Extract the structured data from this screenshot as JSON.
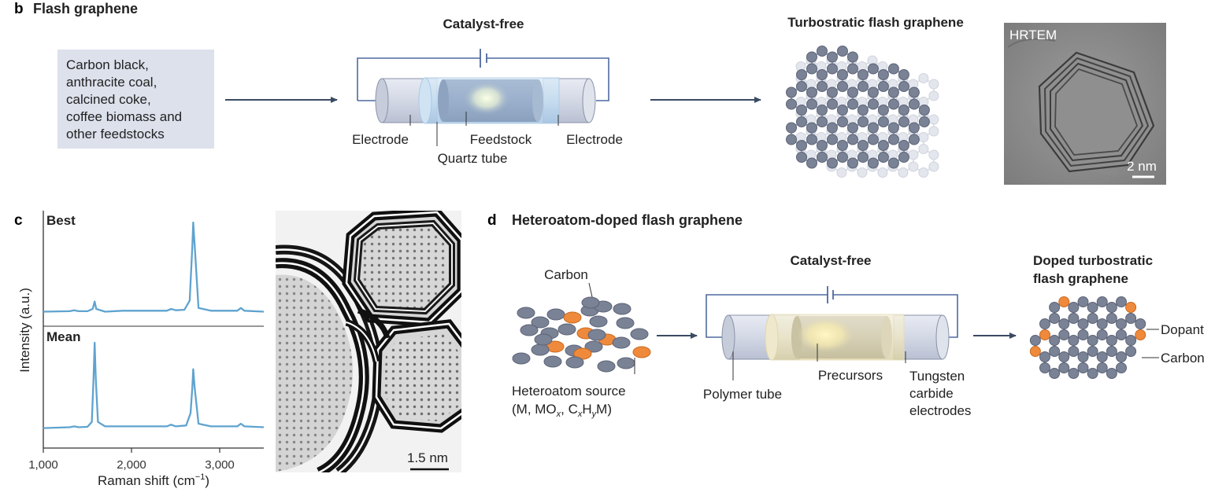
{
  "panel_b": {
    "letter": "b",
    "title": "Flash graphene",
    "feedstock_lines": [
      "Carbon black,",
      "anthracite coal,",
      "calcined coke,",
      "coffee biomass and",
      "other feedstocks"
    ],
    "catalyst_free": "Catalyst-free",
    "electrode_left": "Electrode",
    "feedstock": "Feedstock",
    "electrode_right": "Electrode",
    "quartz_tube": "Quartz tube",
    "product_title": "Turbostratic flash graphene",
    "hrtem_label": "HRTEM",
    "scale_bar": "2 nm"
  },
  "panel_c": {
    "letter": "c",
    "best_label": "Best",
    "mean_label": "Mean",
    "ylabel": "Intensity (a.u.)",
    "xlabel_main": "Raman shift (cm",
    "xlabel_sup": "−1",
    "xlabel_end": ")",
    "tem_scale": "1.5 nm"
  },
  "panel_d": {
    "letter": "d",
    "title": "Heteroatom-doped flash graphene",
    "carbon_label": "Carbon",
    "hetero_line1": "Heteroatom source",
    "hetero_l2_a": "(M, MO",
    "hetero_l2_x": "x",
    "hetero_l2_b": ", C",
    "hetero_l2_x2": "x",
    "hetero_l2_c": "H",
    "hetero_l2_y": "y",
    "hetero_l2_d": "M)",
    "catalyst_free": "Catalyst-free",
    "polymer_tube": "Polymer tube",
    "precursors": "Precursors",
    "tungsten_lines": [
      "Tungsten",
      "carbide",
      "electrodes"
    ],
    "product_title_lines": [
      "Doped turbostratic",
      "flash graphene"
    ],
    "dopant_label": "Dopant",
    "carbon_right_label": "Carbon"
  },
  "colors": {
    "arrow": "#3a4a63",
    "line": "#4f6aa0",
    "graphene_atom": "#7a8296",
    "dopant": "#ef8a3c",
    "feedstock_box": "#dde1ec"
  },
  "chart_data": {
    "type": "line",
    "xlabel": "Raman shift (cm−1)",
    "ylabel": "Intensity (a.u.)",
    "xlim": [
      1000,
      3500
    ],
    "x_ticks": [
      1000,
      2000,
      3000
    ],
    "x_tick_labels": [
      "1,000",
      "2,000",
      "3,000"
    ],
    "series": [
      {
        "name": "Best",
        "x": [
          1000,
          1300,
          1350,
          1400,
          1500,
          1560,
          1582,
          1600,
          1700,
          1900,
          2000,
          2400,
          2450,
          2500,
          2600,
          2660,
          2690,
          2700,
          2720,
          2760,
          2900,
          3200,
          3240,
          3280,
          3500
        ],
        "y": [
          0.03,
          0.035,
          0.045,
          0.035,
          0.035,
          0.06,
          0.14,
          0.06,
          0.03,
          0.04,
          0.04,
          0.04,
          0.06,
          0.045,
          0.05,
          0.15,
          0.75,
          1.0,
          0.7,
          0.07,
          0.04,
          0.04,
          0.07,
          0.04,
          0.03
        ]
      },
      {
        "name": "Mean",
        "x": [
          1000,
          1300,
          1350,
          1400,
          1500,
          1550,
          1570,
          1582,
          1595,
          1620,
          1700,
          1900,
          2000,
          2400,
          2450,
          2500,
          2620,
          2670,
          2690,
          2700,
          2715,
          2760,
          2900,
          3200,
          3240,
          3280,
          3500
        ],
        "y": [
          0.03,
          0.04,
          0.05,
          0.04,
          0.045,
          0.1,
          0.6,
          1.0,
          0.6,
          0.1,
          0.05,
          0.05,
          0.05,
          0.05,
          0.07,
          0.05,
          0.06,
          0.2,
          0.5,
          0.7,
          0.5,
          0.08,
          0.05,
          0.05,
          0.08,
          0.05,
          0.04
        ]
      }
    ]
  }
}
